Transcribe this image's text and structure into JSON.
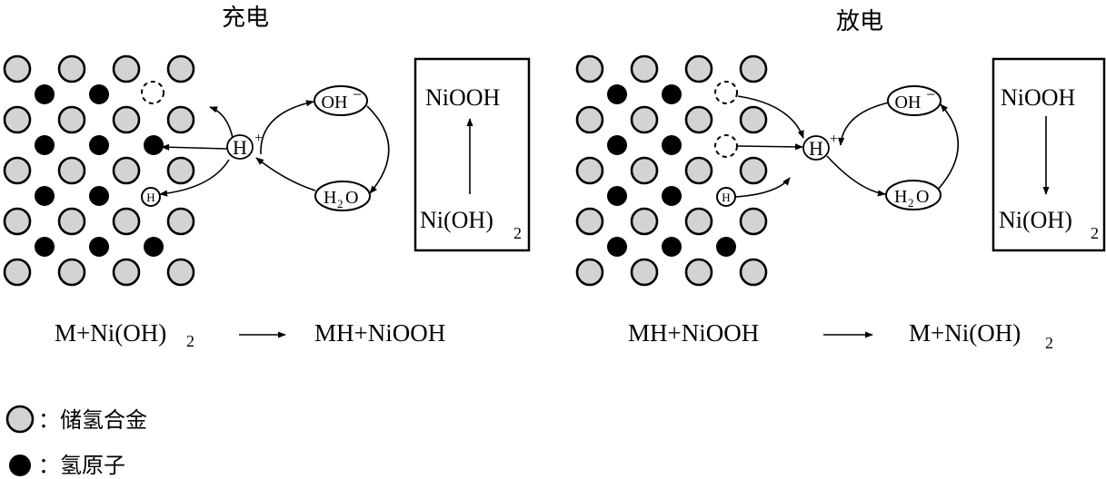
{
  "charge": {
    "title": "充电",
    "h_plus": "H",
    "oh_minus": "OH",
    "h2o": "H",
    "h_small": "H",
    "box": {
      "top": "NiOOH",
      "bottom": "Ni(OH)"
    },
    "equation": {
      "left": "M+Ni(OH)",
      "right": "MH+NiOOH"
    }
  },
  "discharge": {
    "title": "放电",
    "h_plus": "H",
    "oh_minus": "OH",
    "h2o": "H",
    "h_small": "H",
    "box": {
      "top": "NiOOH",
      "bottom": "Ni(OH)"
    },
    "equation": {
      "left": "MH+NiOOH",
      "right": "M+Ni(OH)"
    }
  },
  "sub2": "2",
  "sup_plus": "+",
  "sup_minus": "−",
  "o_letter": "O",
  "legend": [
    {
      "symbol": "light-circle",
      "label": "：储氢合金"
    },
    {
      "symbol": "dark-circle",
      "label": "：氢原子"
    }
  ],
  "colors": {
    "alloy": "#d3d3d3",
    "hydrogen": "#000000",
    "stroke": "#000000"
  }
}
